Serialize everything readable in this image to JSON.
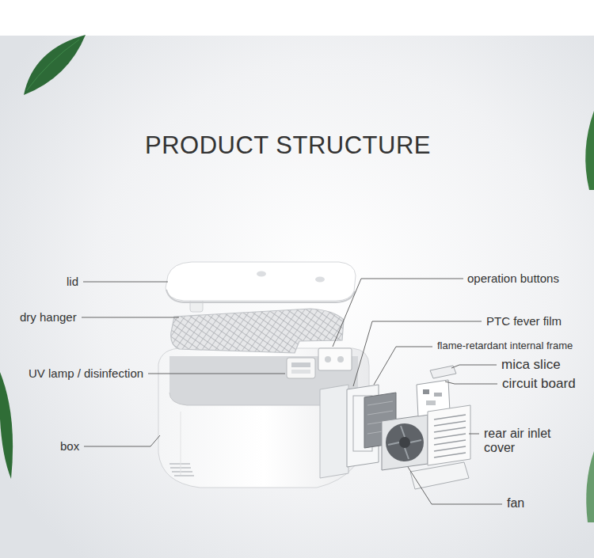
{
  "diagram": {
    "title": "PRODUCT STRUCTURE",
    "labels": [
      "lid",
      "dry hanger",
      "UV lamp / disinfection",
      "box",
      "operation buttons",
      "PTC fever film",
      "flame-retardant internal frame",
      "mica slice",
      "circuit board",
      "rear air inlet cover",
      "fan"
    ]
  }
}
